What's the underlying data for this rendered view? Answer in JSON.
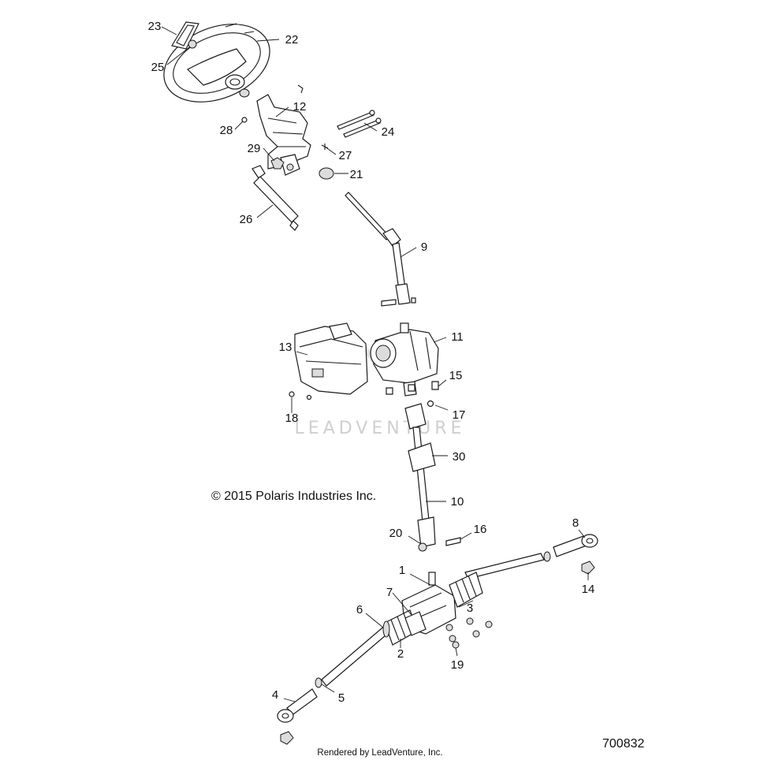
{
  "diagram": {
    "copyright": "© 2015 Polaris Industries Inc.",
    "watermark": "LEADVENTURE",
    "footer": "Rendered by LeadVenture, Inc.",
    "diagram_number": "700832",
    "callouts": [
      {
        "id": "1",
        "label": "1"
      },
      {
        "id": "2",
        "label": "2"
      },
      {
        "id": "3",
        "label": "3"
      },
      {
        "id": "4",
        "label": "4"
      },
      {
        "id": "5",
        "label": "5"
      },
      {
        "id": "6",
        "label": "6"
      },
      {
        "id": "7",
        "label": "7"
      },
      {
        "id": "8",
        "label": "8"
      },
      {
        "id": "9",
        "label": "9"
      },
      {
        "id": "10",
        "label": "10"
      },
      {
        "id": "11",
        "label": "11"
      },
      {
        "id": "12",
        "label": "12"
      },
      {
        "id": "13",
        "label": "13"
      },
      {
        "id": "14",
        "label": "14"
      },
      {
        "id": "15",
        "label": "15"
      },
      {
        "id": "16",
        "label": "16"
      },
      {
        "id": "17",
        "label": "17"
      },
      {
        "id": "18",
        "label": "18"
      },
      {
        "id": "19",
        "label": "19"
      },
      {
        "id": "20",
        "label": "20"
      },
      {
        "id": "21",
        "label": "21"
      },
      {
        "id": "22",
        "label": "22"
      },
      {
        "id": "23",
        "label": "23"
      },
      {
        "id": "24",
        "label": "24"
      },
      {
        "id": "25",
        "label": "25"
      },
      {
        "id": "26",
        "label": "26"
      },
      {
        "id": "27",
        "label": "27"
      },
      {
        "id": "28",
        "label": "28"
      },
      {
        "id": "29",
        "label": "29"
      },
      {
        "id": "30",
        "label": "30"
      }
    ]
  }
}
